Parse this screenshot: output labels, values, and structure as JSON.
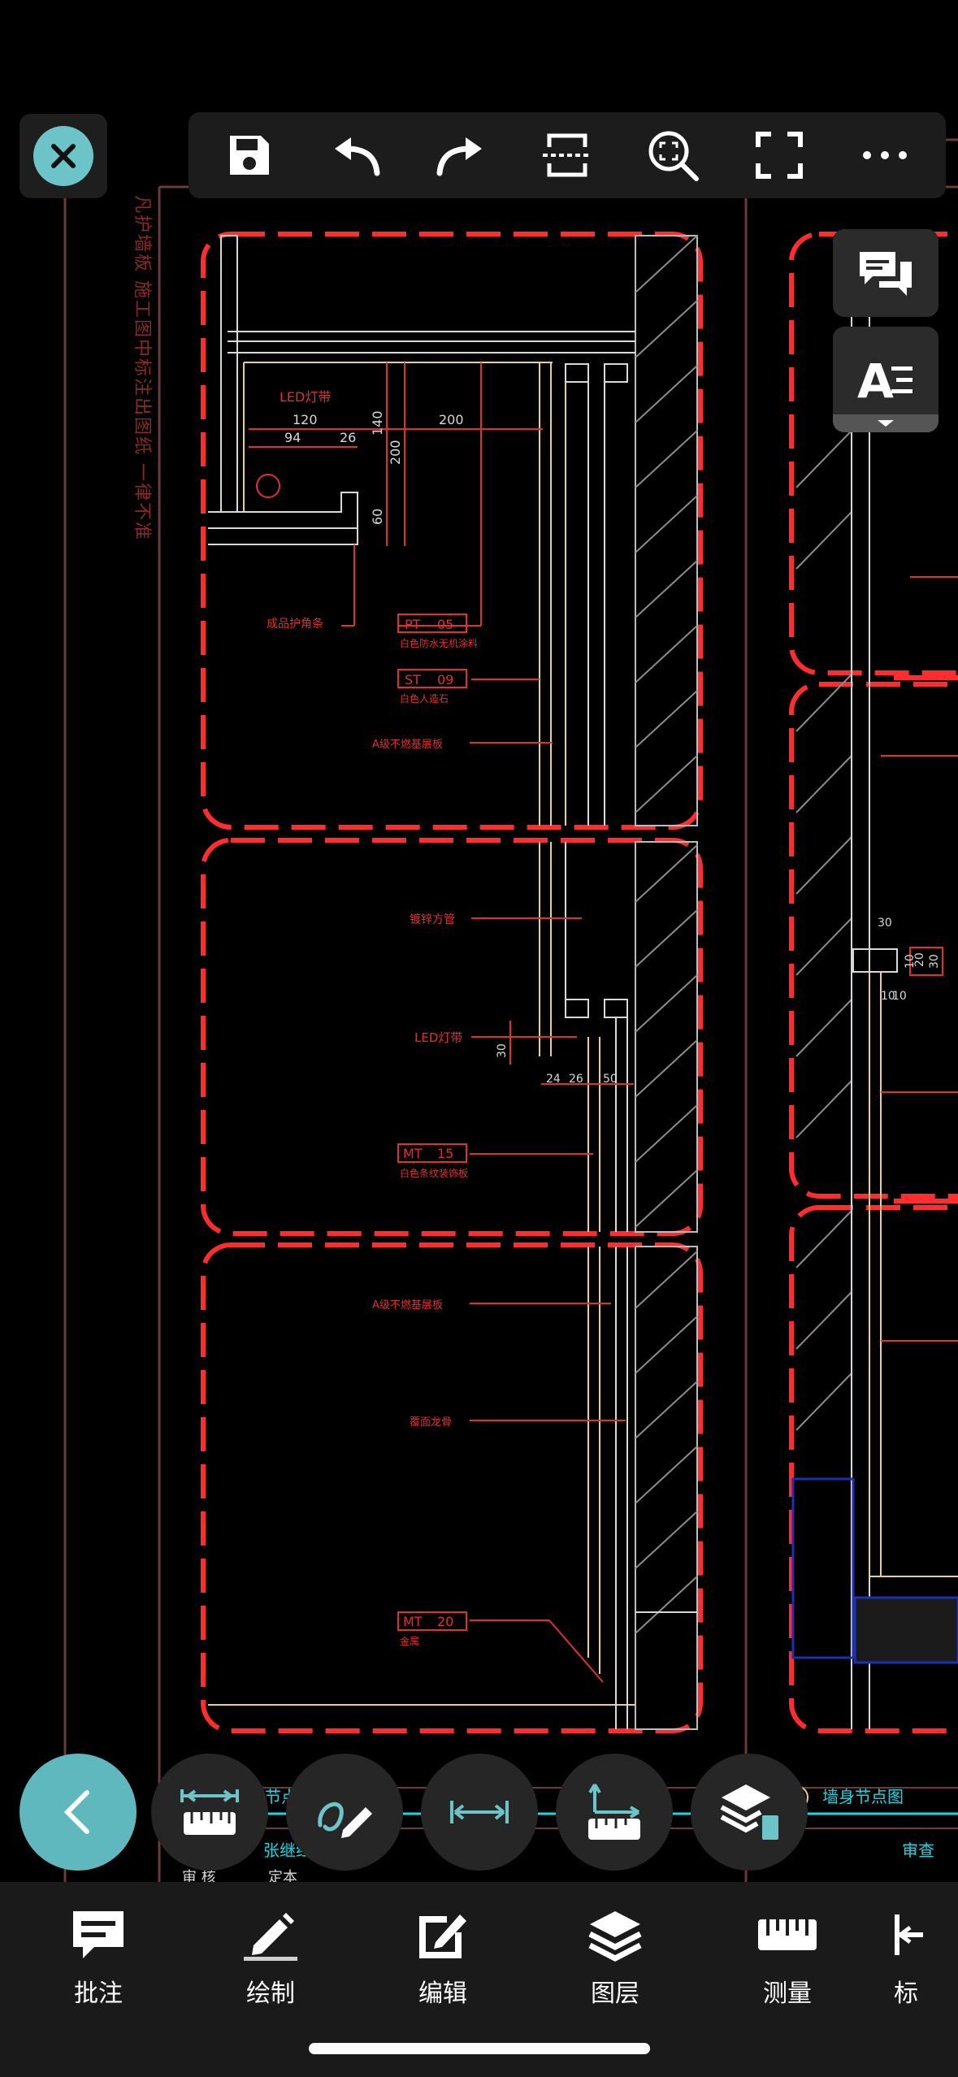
{
  "drawing": {
    "vertical_note": "凡护墙板 施工图中标注出图纸 一律不准",
    "labels": {
      "led_top": "LED灯带",
      "dim_120": "120",
      "dim_94": "94",
      "dim_26": "26",
      "dim_200": "200",
      "dim_140": "140",
      "dim_200v": "200",
      "dim_60": "60",
      "corner": "成品护角条",
      "pt_code": "PT",
      "pt_num": "05",
      "pt_desc": "白色防水无机涂料",
      "st_code": "ST",
      "st_num": "09",
      "st_desc": "白色人造石",
      "a_grade1": "A级不燃基层板",
      "steel_tube": "镀锌方管",
      "led_mid": "LED灯带",
      "dim_30": "30",
      "dim_24": "24",
      "dim_26b": "26",
      "dim_50": "50",
      "mt1_code": "MT",
      "mt1_num": "15",
      "mt1_desc": "白色条纹装饰板",
      "a_grade2": "A级不燃基层板",
      "cover_light": "覆面龙骨",
      "mt2_code": "MT",
      "mt2_num": "20",
      "mt2_desc": "金属",
      "r_dim_30": "30",
      "r_dim_10a": "10",
      "r_dim_20": "20",
      "r_dim_30b": "30",
      "r_dim_10b": "10",
      "r_dim_10c": "10",
      "title_block_left": "节点",
      "title_block_right": "墙身节点图",
      "footer_name": "张继红",
      "footer_a": "审 核",
      "footer_b": "审查",
      "footer_c": "定本"
    }
  },
  "bottom_nav": [
    {
      "label": "批注",
      "icon": "annotate-icon"
    },
    {
      "label": "绘制",
      "icon": "pencil-icon"
    },
    {
      "label": "编辑",
      "icon": "edit-icon"
    },
    {
      "label": "图层",
      "icon": "layers-icon"
    },
    {
      "label": "测量",
      "icon": "ruler-icon"
    },
    {
      "label": "标",
      "icon": "dimension-icon"
    }
  ],
  "colors": {
    "accent": "#5fb8bd",
    "cad_red": "#ff2d2d",
    "cad_yellow": "#e8d27a",
    "cad_white": "#d9d9d9",
    "cad_dim_red": "#e03030",
    "toolbar_bg": "#1c1c1c",
    "bottom_bg": "#1a1a1a",
    "selected_underline": "#cfcfcf"
  }
}
